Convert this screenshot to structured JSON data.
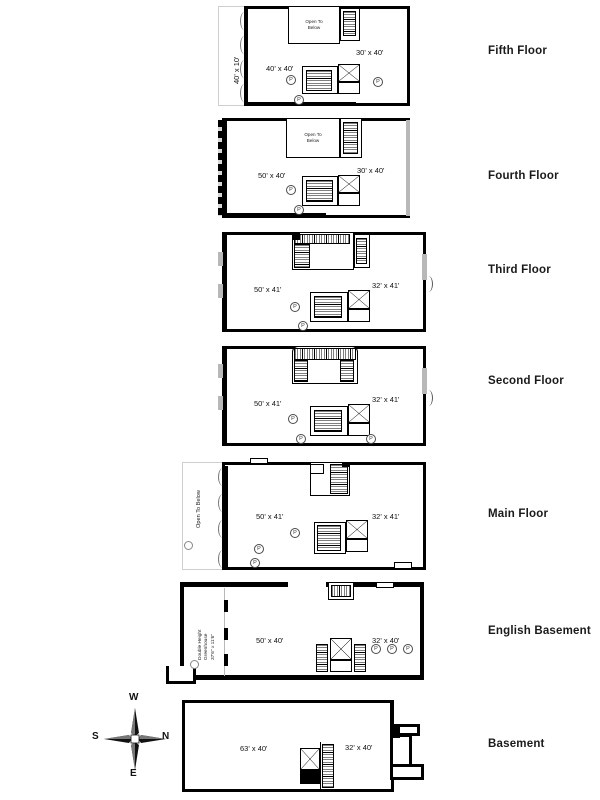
{
  "document": {
    "type": "residential-floor-plan-sheet",
    "orientation": "vertical-stack",
    "floor_count": 7
  },
  "floors": [
    {
      "id": "fifth",
      "label": "Fifth Floor",
      "rooms": [
        {
          "name": "terrace",
          "dim": "40' x 10'",
          "orientation": "vertical"
        },
        {
          "name": "front-room",
          "dim": "40' x 40'",
          "orientation": "horizontal"
        },
        {
          "name": "rear-room",
          "dim": "30' x 40'",
          "orientation": "horizontal"
        }
      ],
      "annotations": [
        {
          "text": "Open To\nBelow",
          "line1": "Open To",
          "line2": "Below"
        }
      ],
      "column_markers": 3,
      "column_symbol": "P"
    },
    {
      "id": "fourth",
      "label": "Fourth Floor",
      "rooms": [
        {
          "name": "front-room",
          "dim": "50' x 40'",
          "orientation": "horizontal"
        },
        {
          "name": "rear-room",
          "dim": "30' x 40'",
          "orientation": "horizontal"
        }
      ],
      "annotations": [
        {
          "line1": "Open To",
          "line2": "Below"
        }
      ],
      "column_markers": 2,
      "column_symbol": "P"
    },
    {
      "id": "third",
      "label": "Third Floor",
      "rooms": [
        {
          "name": "front-room",
          "dim": "50' x 41'",
          "orientation": "horizontal"
        },
        {
          "name": "rear-room",
          "dim": "32' x 41'",
          "orientation": "horizontal"
        }
      ],
      "annotations": [],
      "column_markers": 2,
      "column_symbol": "P"
    },
    {
      "id": "second",
      "label": "Second Floor",
      "rooms": [
        {
          "name": "front-room",
          "dim": "50' x 41'",
          "orientation": "horizontal"
        },
        {
          "name": "rear-room",
          "dim": "32' x 41'",
          "orientation": "horizontal"
        }
      ],
      "annotations": [],
      "column_markers": 3,
      "column_symbol": "P"
    },
    {
      "id": "main",
      "label": "Main Floor",
      "rooms": [
        {
          "name": "front-room",
          "dim": "50' x 41'",
          "orientation": "horizontal"
        },
        {
          "name": "rear-room",
          "dim": "32' x 41'",
          "orientation": "horizontal"
        }
      ],
      "annotations": [
        {
          "line1": "Open To",
          "line2": "Below",
          "orientation": "vertical"
        }
      ],
      "column_markers": 3,
      "column_symbol": "P"
    },
    {
      "id": "english-basement",
      "label": "English Basement",
      "rooms": [
        {
          "name": "front-room",
          "dim": "50' x 40'",
          "orientation": "horizontal"
        },
        {
          "name": "rear-room",
          "dim": "32' x 40'",
          "orientation": "horizontal"
        }
      ],
      "annotations": [
        {
          "line1": "Double Height",
          "line2": "Greenhouse",
          "line3": "37'6\" x 11'6\"",
          "orientation": "vertical"
        }
      ],
      "column_markers": 3,
      "column_symbol": "P"
    },
    {
      "id": "basement",
      "label": "Basement",
      "rooms": [
        {
          "name": "front-room",
          "dim": "63' x 40'",
          "orientation": "horizontal"
        },
        {
          "name": "rear-room",
          "dim": "32' x 40'",
          "orientation": "horizontal"
        }
      ],
      "annotations": [],
      "column_markers": 0,
      "column_symbol": "P"
    }
  ],
  "compass": {
    "name": "compass-rose",
    "top": "W",
    "right": "N",
    "bottom": "E",
    "left": "S"
  },
  "colors": {
    "wall": "#000000",
    "paper": "#ffffff",
    "text": "#111111",
    "light_outline": "#cfcfcf"
  }
}
